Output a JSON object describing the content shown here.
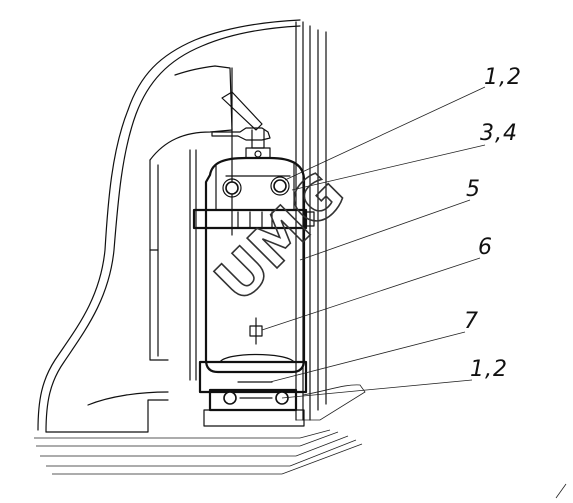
{
  "callouts": [
    {
      "id": "c1",
      "text": "1,2"
    },
    {
      "id": "c2",
      "text": "3,4"
    },
    {
      "id": "c3",
      "text": "5"
    },
    {
      "id": "c4",
      "text": "6"
    },
    {
      "id": "c5",
      "text": "7"
    },
    {
      "id": "c6",
      "text": "1,2"
    }
  ],
  "watermark": {
    "text": "UMG"
  },
  "colors": {
    "line": "#111111",
    "background": "#ffffff"
  },
  "icons": [
    "fire-extinguisher-icon",
    "mounting-bracket-icon",
    "bolt-icon",
    "strap-icon"
  ]
}
